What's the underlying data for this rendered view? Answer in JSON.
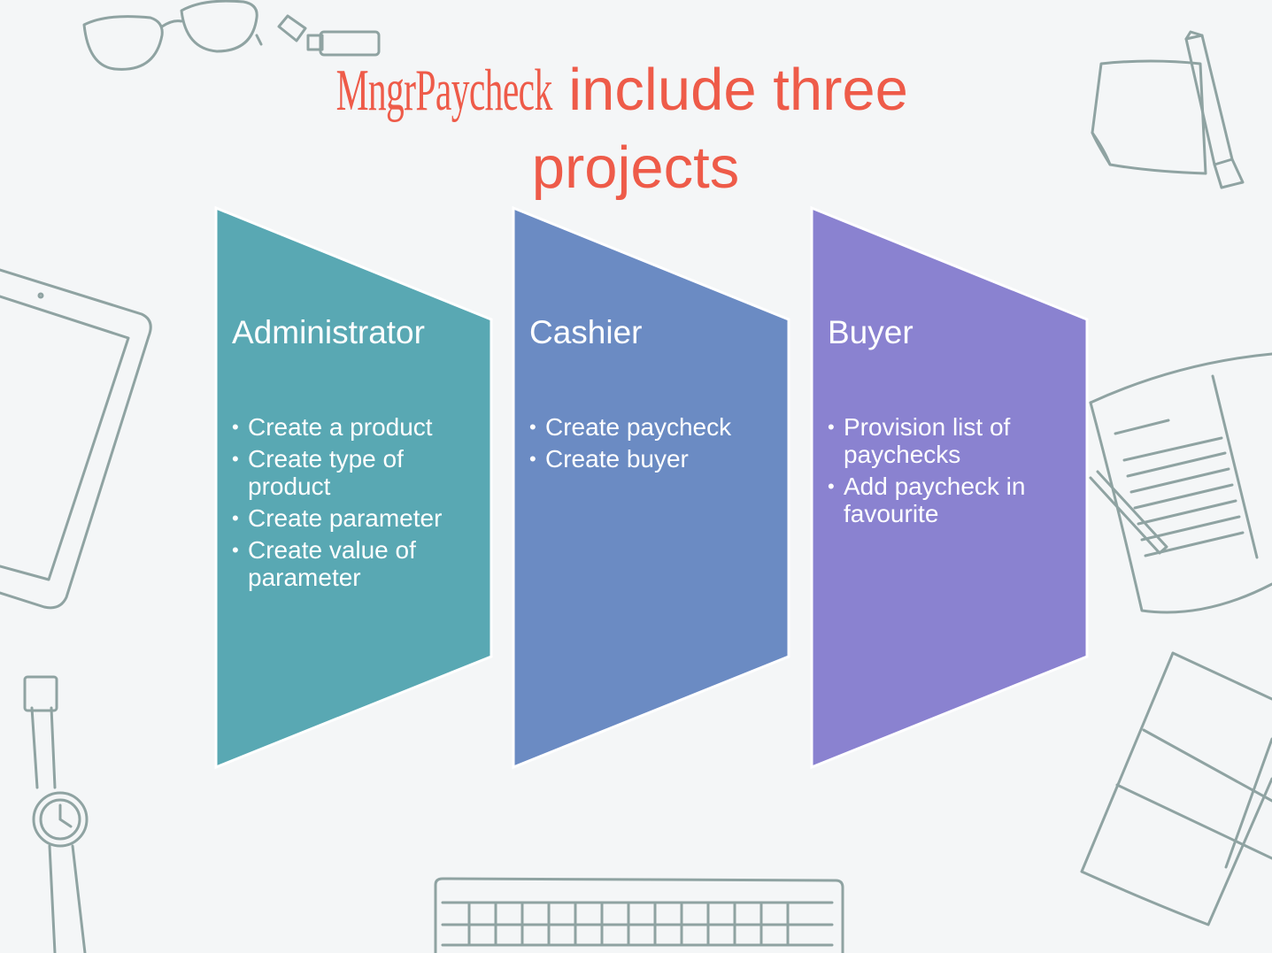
{
  "slide": {
    "title_brand": "MngrPaycheck",
    "title_rest": " include three projects"
  },
  "colors": {
    "title": "#ee5b49",
    "background": "#f4f6f7",
    "doodle_stroke": "#8fa3a2"
  },
  "panels": [
    {
      "title": "Administrator",
      "color": "#59a8b3",
      "items": [
        "Create a product",
        "Create type of product",
        "Create parameter",
        "Create value of parameter"
      ]
    },
    {
      "title": "Cashier",
      "color": "#6b8bc3",
      "items": [
        "Create paycheck",
        "Create buyer"
      ]
    },
    {
      "title": "Buyer",
      "color": "#8a82d0",
      "items": [
        "Provision list of paychecks",
        "Add paycheck in favourite"
      ]
    }
  ],
  "decorations": [
    "glasses-icon",
    "usb-drive-icon",
    "sticky-note-icon",
    "pencil-icon",
    "tablet-icon",
    "open-notebook-icon",
    "wristwatch-icon",
    "closed-notebook-icon",
    "keyboard-icon"
  ]
}
